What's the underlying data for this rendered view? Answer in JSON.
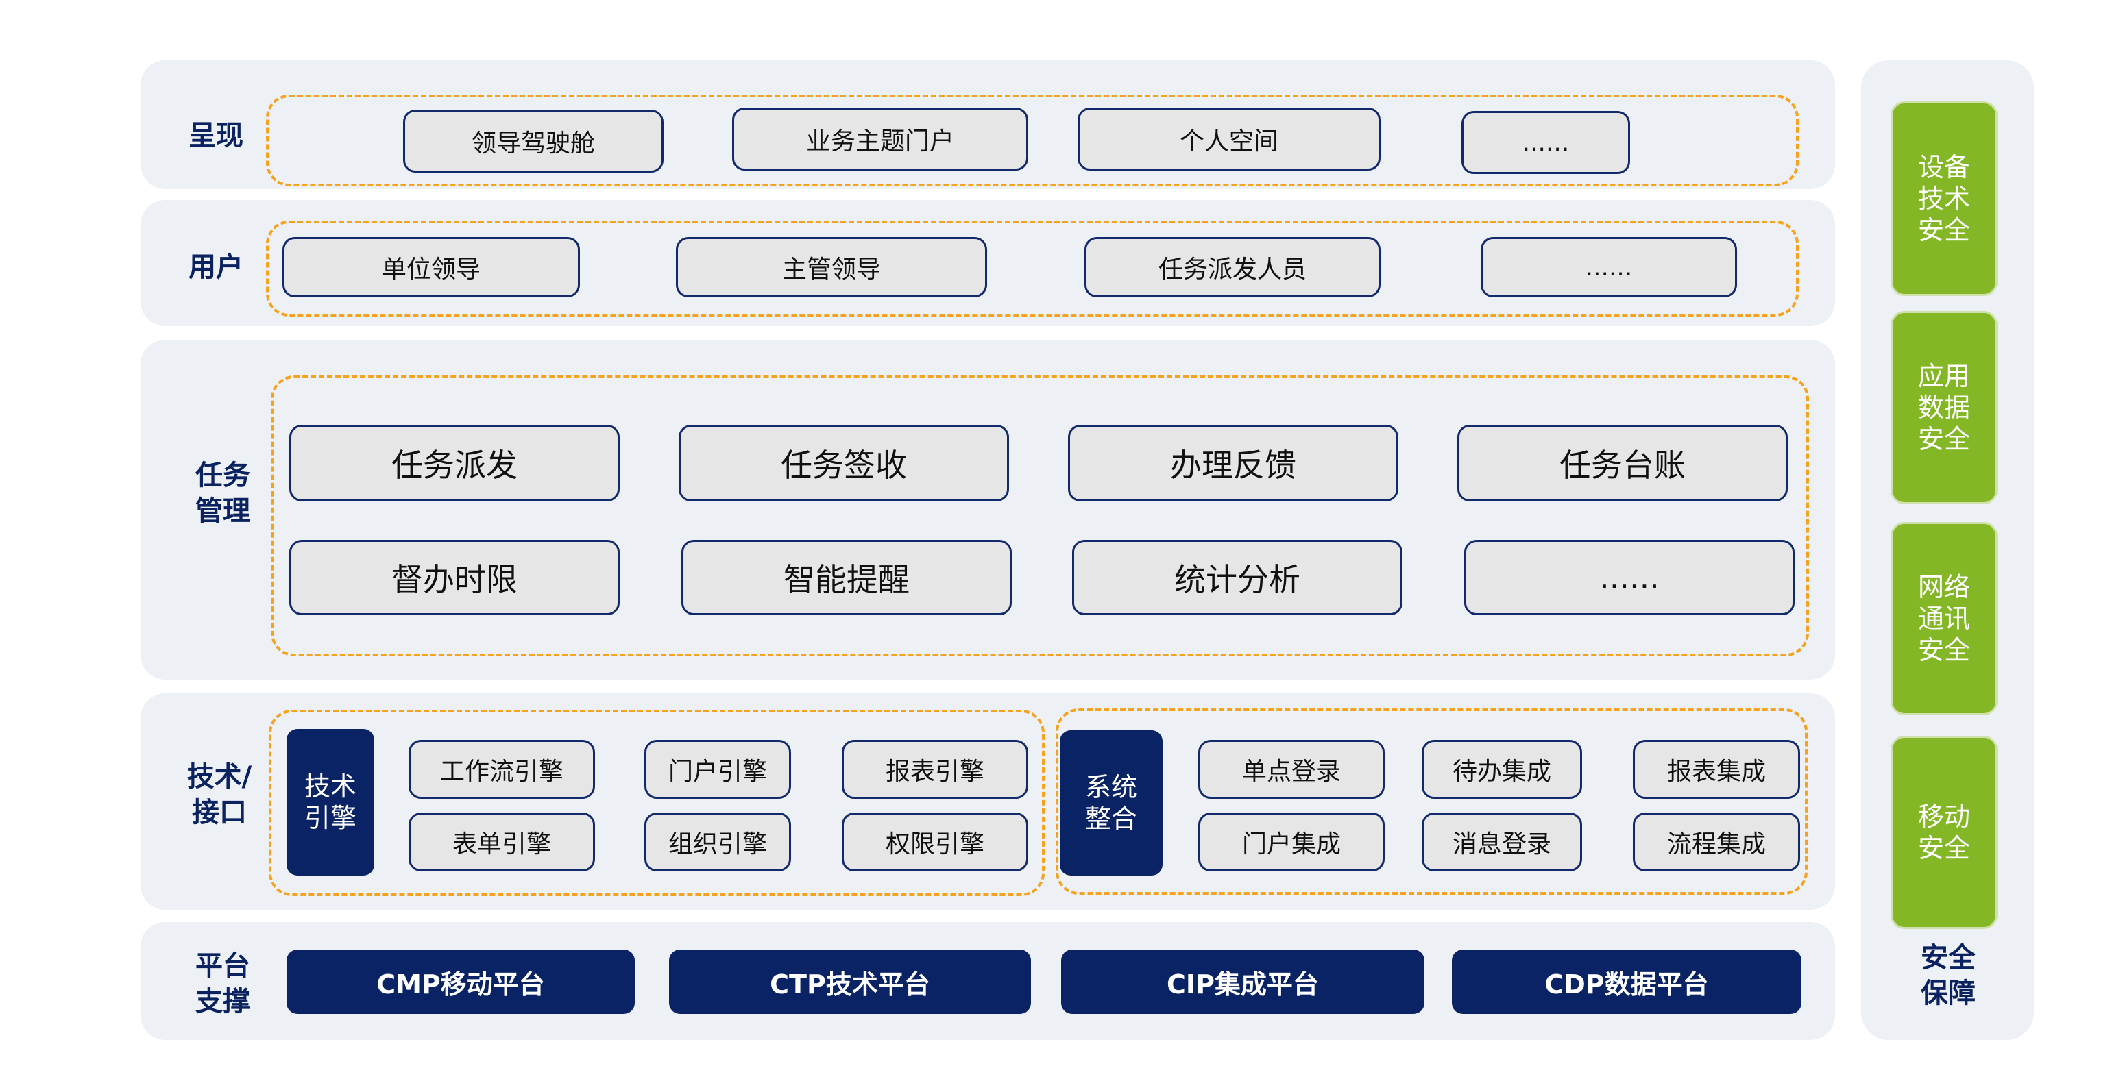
{
  "layers": {
    "presentation": {
      "label": "呈现",
      "items": [
        "领导驾驶舱",
        "业务主题门户",
        "个人空间",
        "......"
      ]
    },
    "users": {
      "label": "用户",
      "items": [
        "单位领导",
        "主管领导",
        "任务派发人员",
        "......"
      ]
    },
    "task_management": {
      "label": "任务\n管理",
      "row1": [
        "任务派发",
        "任务签收",
        "办理反馈",
        "任务台账"
      ],
      "row2": [
        "督办时限",
        "智能提醒",
        "统计分析",
        "......"
      ]
    },
    "tech_interface": {
      "label": "技术/\n接口",
      "engine_group": {
        "title": "技术\n引擎",
        "items": [
          "工作流引擎",
          "门户引擎",
          "报表引擎",
          "表单引擎",
          "组织引擎",
          "权限引擎"
        ]
      },
      "integration_group": {
        "title": "系统\n整合",
        "items": [
          "单点登录",
          "待办集成",
          "报表集成",
          "门户集成",
          "消息登录",
          "流程集成"
        ]
      }
    },
    "platform": {
      "label": "平台\n支撑",
      "items": [
        "CMP移动平台",
        "CTP技术平台",
        "CIP集成平台",
        "CDP数据平台"
      ]
    }
  },
  "security": {
    "label": "安全\n保障",
    "items": [
      "设备\n技术\n安全",
      "应用\n数据\n安全",
      "网络\n通讯\n安全",
      "移动\n安全"
    ]
  },
  "colors": {
    "navy": "#0a2364",
    "orange_dash": "#f5a21f",
    "green": "#84b726",
    "band": "#edf0f4"
  }
}
